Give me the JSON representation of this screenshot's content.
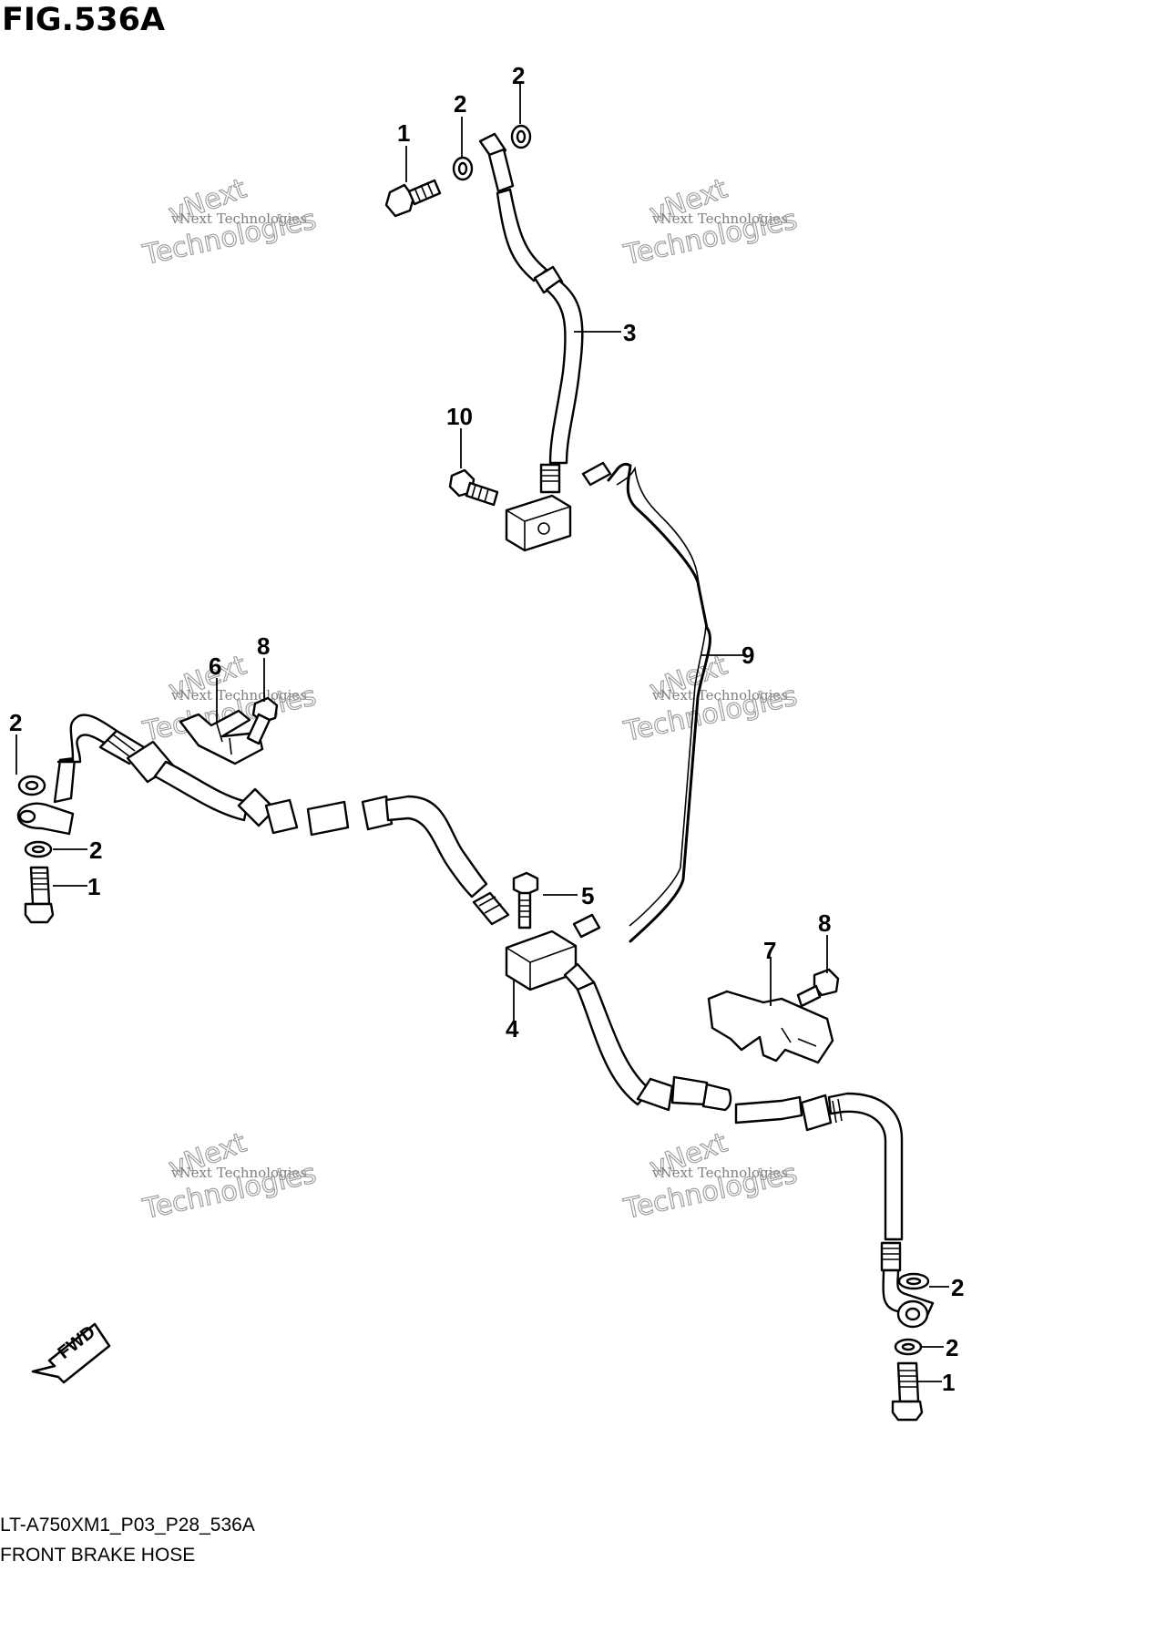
{
  "figure_title": "FIG.536A",
  "footer": {
    "code": "LT-A750XM1_P03_P28_536A",
    "name": "FRONT BRAKE HOSE"
  },
  "fwd_label": "FWD",
  "callouts": [
    {
      "id": "c1a",
      "text": "1"
    },
    {
      "id": "c2a",
      "text": "2"
    },
    {
      "id": "c2b",
      "text": "2"
    },
    {
      "id": "c3",
      "text": "3"
    },
    {
      "id": "c10",
      "text": "10"
    },
    {
      "id": "c9",
      "text": "9"
    },
    {
      "id": "c6",
      "text": "6"
    },
    {
      "id": "c8a",
      "text": "8"
    },
    {
      "id": "c2c",
      "text": "2"
    },
    {
      "id": "c2d",
      "text": "2"
    },
    {
      "id": "c1b",
      "text": "1"
    },
    {
      "id": "c5",
      "text": "5"
    },
    {
      "id": "c4",
      "text": "4"
    },
    {
      "id": "c7",
      "text": "7"
    },
    {
      "id": "c8b",
      "text": "8"
    },
    {
      "id": "c2e",
      "text": "2"
    },
    {
      "id": "c2f",
      "text": "2"
    },
    {
      "id": "c1c",
      "text": "1"
    }
  ],
  "watermark": {
    "line1": "vNext Technologies",
    "line2": "vNext",
    "line3": "Technologies"
  }
}
